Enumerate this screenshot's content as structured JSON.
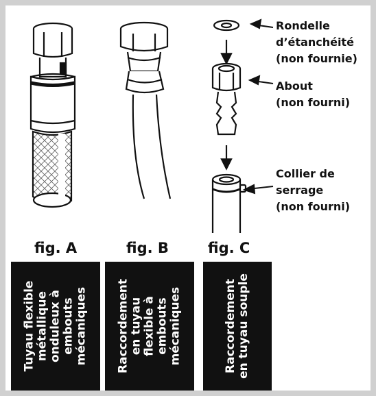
{
  "callouts": {
    "rondelle": [
      "Rondelle",
      "d’étanchéité",
      "(non fournie)"
    ],
    "about": [
      "About",
      "(non fourni)"
    ],
    "collier": [
      "Collier de",
      "serrage",
      "(non fourni)"
    ]
  },
  "figures": {
    "a": {
      "label": "fig. A",
      "caption": [
        "Tuyau flexible",
        "métallique",
        "onduleux à",
        "embouts",
        "mécaniques"
      ]
    },
    "b": {
      "label": "fig. B",
      "caption": [
        "Raccordement",
        "en tuyau",
        "flexible à",
        "embouts",
        "mécaniques"
      ]
    },
    "c": {
      "label": "fig. C",
      "caption": [
        "Raccordement",
        "en tuyau souple"
      ]
    }
  },
  "colors": {
    "frame": "#d0d0d0",
    "panel": "#111111",
    "line": "#111111"
  }
}
